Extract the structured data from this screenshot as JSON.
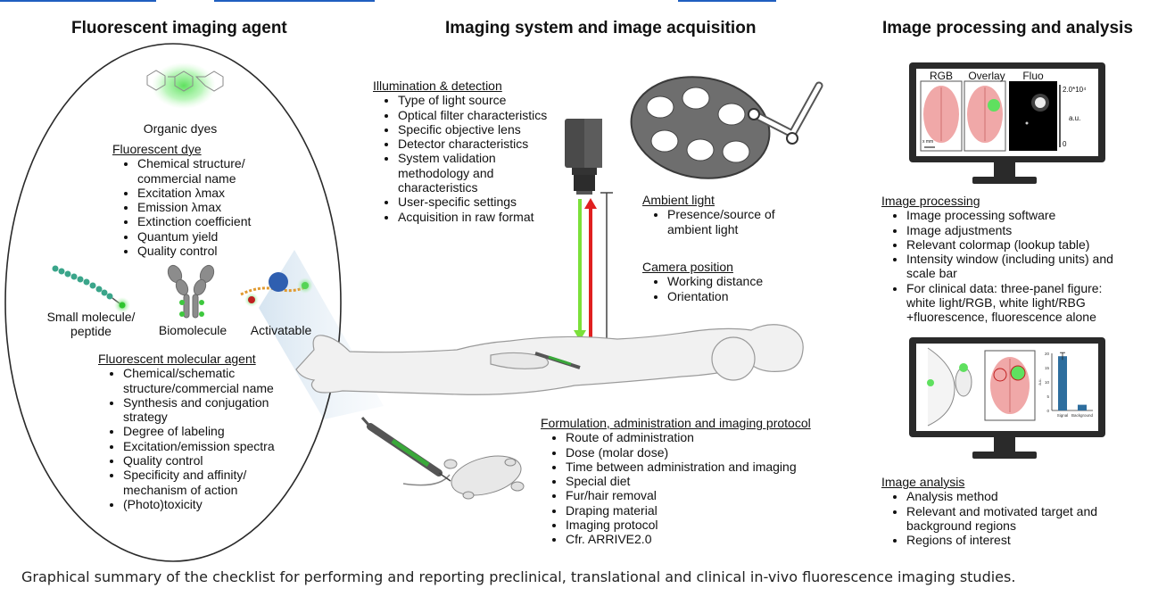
{
  "headings": {
    "left": "Fluorescent imaging agent",
    "middle": "Imaging system and image acquisition",
    "right": "Image processing and analysis"
  },
  "agent": {
    "organic_dyes_label": "Organic dyes",
    "dye": {
      "title": "Fluorescent dye",
      "items": [
        "Chemical structure/ commercial name",
        "Excitation λmax",
        "Emission λmax",
        "Extinction coefficient",
        "Quantum yield",
        "Quality control"
      ]
    },
    "types": {
      "small_molecule": "Small molecule/ peptide",
      "biomolecule": "Biomolecule",
      "activatable": "Activatable"
    },
    "molecular": {
      "title": "Fluorescent molecular agent",
      "items": [
        "Chemical/schematic structure/commercial name",
        "Synthesis and conjugation strategy",
        "Degree of labeling",
        "Excitation/emission spectra",
        "Quality control",
        "Specificity and affinity/ mechanism of action",
        "(Photo)toxicity"
      ]
    }
  },
  "illumination": {
    "title": "Illumination & detection",
    "items": [
      "Type of light source",
      "Optical filter characteristics",
      "Specific objective lens",
      "Detector characteristics",
      "System validation methodology and characteristics",
      "User-specific settings",
      "Acquisition in raw format"
    ]
  },
  "ambient": {
    "title": "Ambient light",
    "items": [
      "Presence/source of ambient light"
    ]
  },
  "camera": {
    "title": "Camera position",
    "items": [
      "Working distance",
      "Orientation"
    ]
  },
  "formulation": {
    "title": "Formulation, administration and imaging protocol",
    "items": [
      "Route of administration",
      "Dose (molar dose)",
      "Time between administration and imaging",
      "Special diet",
      "Fur/hair removal",
      "Draping material",
      "Imaging protocol",
      "Cfr. ARRIVE2.0"
    ]
  },
  "monitor1": {
    "panels": [
      "RGB",
      "Overlay",
      "Fluo"
    ],
    "scale_max": "2.0*10⁴",
    "scale_unit": "a.u.",
    "scale_min": "0",
    "scale_bar": "x mm"
  },
  "processing": {
    "title": "Image processing",
    "items": [
      "Image processing software",
      "Image adjustments",
      "Relevant colormap (lookup table)",
      "Intensity window (including units) and scale bar",
      "For clinical data: three-panel figure: white light/RGB, white light/RBG +fluorescence, fluorescence alone"
    ]
  },
  "monitor2": {
    "bar_labels": [
      "Signal",
      "Background"
    ],
    "bar_values": [
      19,
      2
    ],
    "y_ticks": [
      "0",
      "5",
      "10",
      "15",
      "20"
    ],
    "ylabel": "a.u."
  },
  "analysis": {
    "title": "Image analysis",
    "items": [
      "Analysis method",
      "Relevant and motivated target and background regions",
      "Regions of interest"
    ]
  },
  "caption": "Graphical summary of the checklist for performing and reporting preclinical, translational and clinical in-vivo fluorescence imaging studies.",
  "colors": {
    "excitation_arrow": "#7be03a",
    "emission_arrow": "#e02020",
    "fluorescence_glow": "#5fe05f",
    "brain_pink": "#f0a8a8",
    "bar_blue": "#2e6e9e"
  }
}
